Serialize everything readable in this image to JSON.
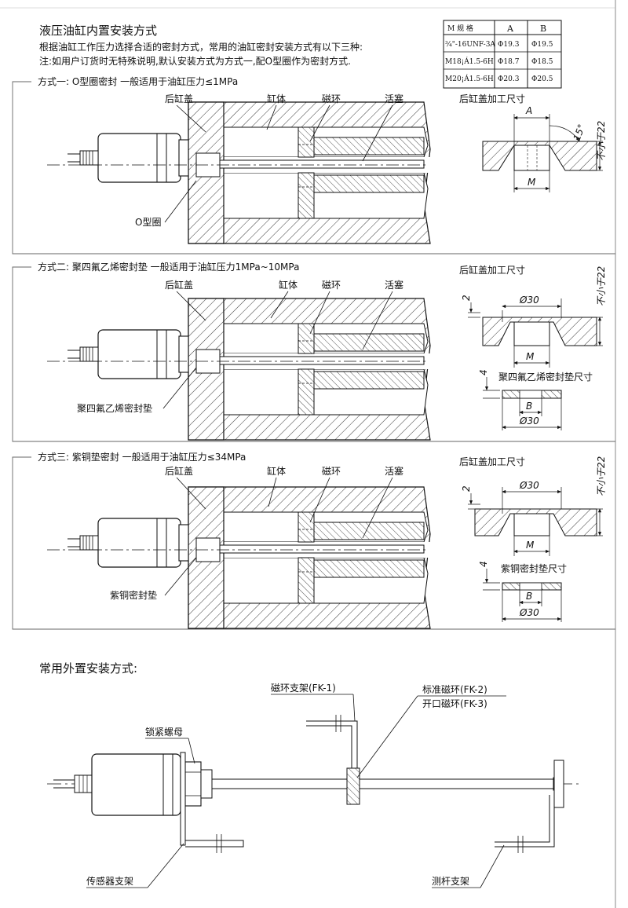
{
  "header": {
    "title": "液压油缸内置安装方式",
    "line1": "根据油缸工作压力选择合适的密封方式，常用的油缸密封安装方式有以下三种:",
    "line2": "注:如用户订货时无特殊说明,默认安装方式为方式一,配O型圈作为密封方式."
  },
  "spec_table": {
    "col_m": "M  规  格",
    "col_a": "A",
    "col_b": "B",
    "rows": [
      {
        "m": "¾\"-16UNF-3A",
        "a": "Φ19.3",
        "b": "Φ19.5"
      },
      {
        "m": "M18¡Á1.5-6H",
        "a": "Φ18.7",
        "b": "Φ18.5"
      },
      {
        "m": "M20¡Á1.5-6H",
        "a": "Φ20.3",
        "b": "Φ20.5"
      }
    ]
  },
  "method1": {
    "title": "方式一: O型圈密封  一般适用于油缸压力≤1MPa",
    "rear_cap": "后缸盖",
    "body": "缸体",
    "magnet": "磁环",
    "piston": "活塞",
    "seal": "O型圈",
    "detail_title": "后缸盖加工尺寸",
    "dim_a": "A",
    "dim_m": "M",
    "dim_angle": "15°",
    "dim_depth": "不小于22"
  },
  "method2": {
    "title": "方式二: 聚四氟乙烯密封垫  一般适用于油缸压力1MPa~10MPa",
    "rear_cap": "后缸盖",
    "body": "缸体",
    "magnet": "磁环",
    "piston": "活塞",
    "seal": "聚四氟乙烯密封垫",
    "detail_title": "后缸盖加工尺寸",
    "dim_d30": "Ø30",
    "dim_2": "2",
    "dim_m": "M",
    "dim_depth": "不小于22",
    "gasket_title": "聚四氟乙烯密封垫尺寸",
    "dim_4": "4",
    "dim_b": "B",
    "dim_gd30": "Ø30"
  },
  "method3": {
    "title": "方式三: 紫铜垫密封  一般适用于油缸压力≤34MPa",
    "rear_cap": "后缸盖",
    "body": "缸体",
    "magnet": "磁环",
    "piston": "活塞",
    "seal": "紫铜密封垫",
    "detail_title": "后缸盖加工尺寸",
    "dim_d30": "Ø30",
    "dim_2": "2",
    "dim_m": "M",
    "dim_depth": "不小于22",
    "gasket_title": "紫铜密封垫尺寸",
    "dim_4": "4",
    "dim_b": "B",
    "dim_gd30": "Ø30"
  },
  "external": {
    "title": "常用外置安装方式:",
    "magnet_bracket": "磁环支架(FK-1)",
    "std_magnet": "标准磁环(FK-2)",
    "open_magnet": "开口磁环(FK-3)",
    "lock_nut": "锁紧螺母",
    "sensor_bracket": "传感器支架",
    "rod_bracket": "测杆支架"
  }
}
